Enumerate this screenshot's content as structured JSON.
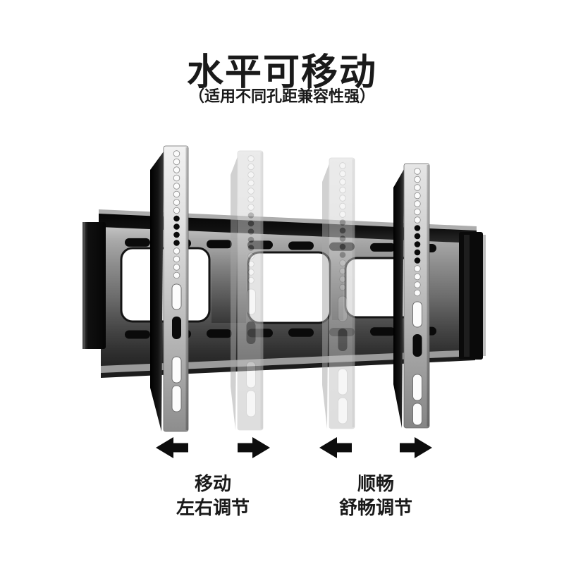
{
  "page": {
    "type": "product-detail-banner",
    "background": "#ffffff"
  },
  "header": {
    "title": "水平可移动",
    "subtitle": "（适用不同孔距兼容性强）"
  },
  "illustration": {
    "subject": "tv-wall-mount-bracket-with-sliding-rails",
    "solid_rails": 2,
    "ghost_rails": 2,
    "arrow_icons": [
      {
        "icon": "arrow-left-icon"
      },
      {
        "icon": "arrow-right-icon"
      },
      {
        "icon": "arrow-left-icon"
      },
      {
        "icon": "arrow-right-icon"
      }
    ]
  },
  "captions": [
    {
      "line1": "移动",
      "line2": "左右调节"
    },
    {
      "line1": "顺畅",
      "line2": "舒畅调节"
    }
  ],
  "colors": {
    "text": "#1a1a1a",
    "arrow": "#0d0d0d",
    "plate_dark": "#222222",
    "plate_mid": "#8a8a8a",
    "flange_black": "#0f0f0f",
    "rail_silver_light": "#f2f2f2",
    "rail_silver_dark": "#8d8d8d",
    "ghost_rail": "#d7d7d7",
    "window_cutout": "#ffffff"
  }
}
